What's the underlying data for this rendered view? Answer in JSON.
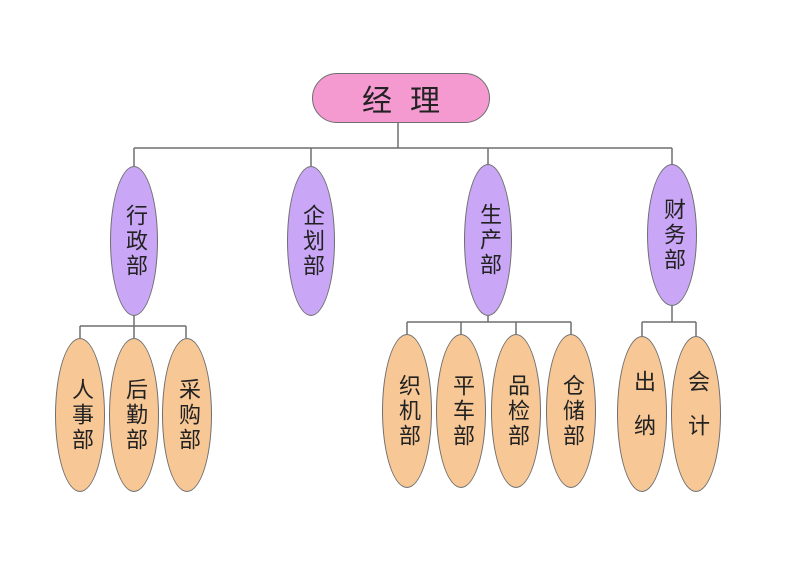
{
  "colors": {
    "root": "#f49ad0",
    "dept": "#c9a6f6",
    "sub": "#f7c796",
    "line": "#6f6f6f"
  },
  "root": {
    "label": "经理"
  },
  "departments": [
    {
      "label": "行政部",
      "children": [
        "人事部",
        "后勤部",
        "采购部"
      ]
    },
    {
      "label": "企划部",
      "children": []
    },
    {
      "label": "生产部",
      "children": [
        "织机部",
        "平车部",
        "品检部",
        "仓储部"
      ]
    },
    {
      "label": "财务部",
      "children": [
        "出纳",
        "会计"
      ]
    }
  ]
}
